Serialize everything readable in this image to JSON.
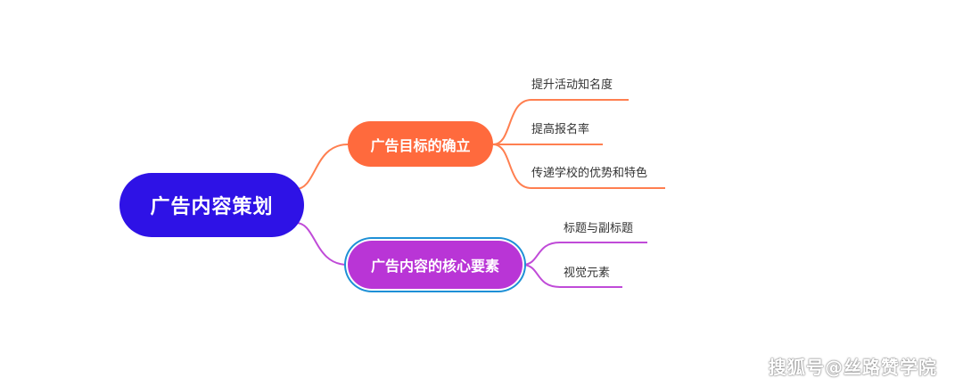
{
  "diagram": {
    "root": {
      "label": "广告内容策划",
      "color": "#2e12e6"
    },
    "branches": [
      {
        "label": "广告目标的确立",
        "color": "#ff6a3d",
        "line_color": "#ff7f50",
        "leaves": [
          "提升活动知名度",
          "提高报名率",
          "传递学校的优势和特色"
        ]
      },
      {
        "label": "广告内容的核心要素",
        "color": "#b935d6",
        "line_color": "#c04bd8",
        "leaves": [
          "标题与副标题",
          "视觉元素"
        ]
      }
    ]
  },
  "watermark": "搜狐号@丝路赞学院"
}
